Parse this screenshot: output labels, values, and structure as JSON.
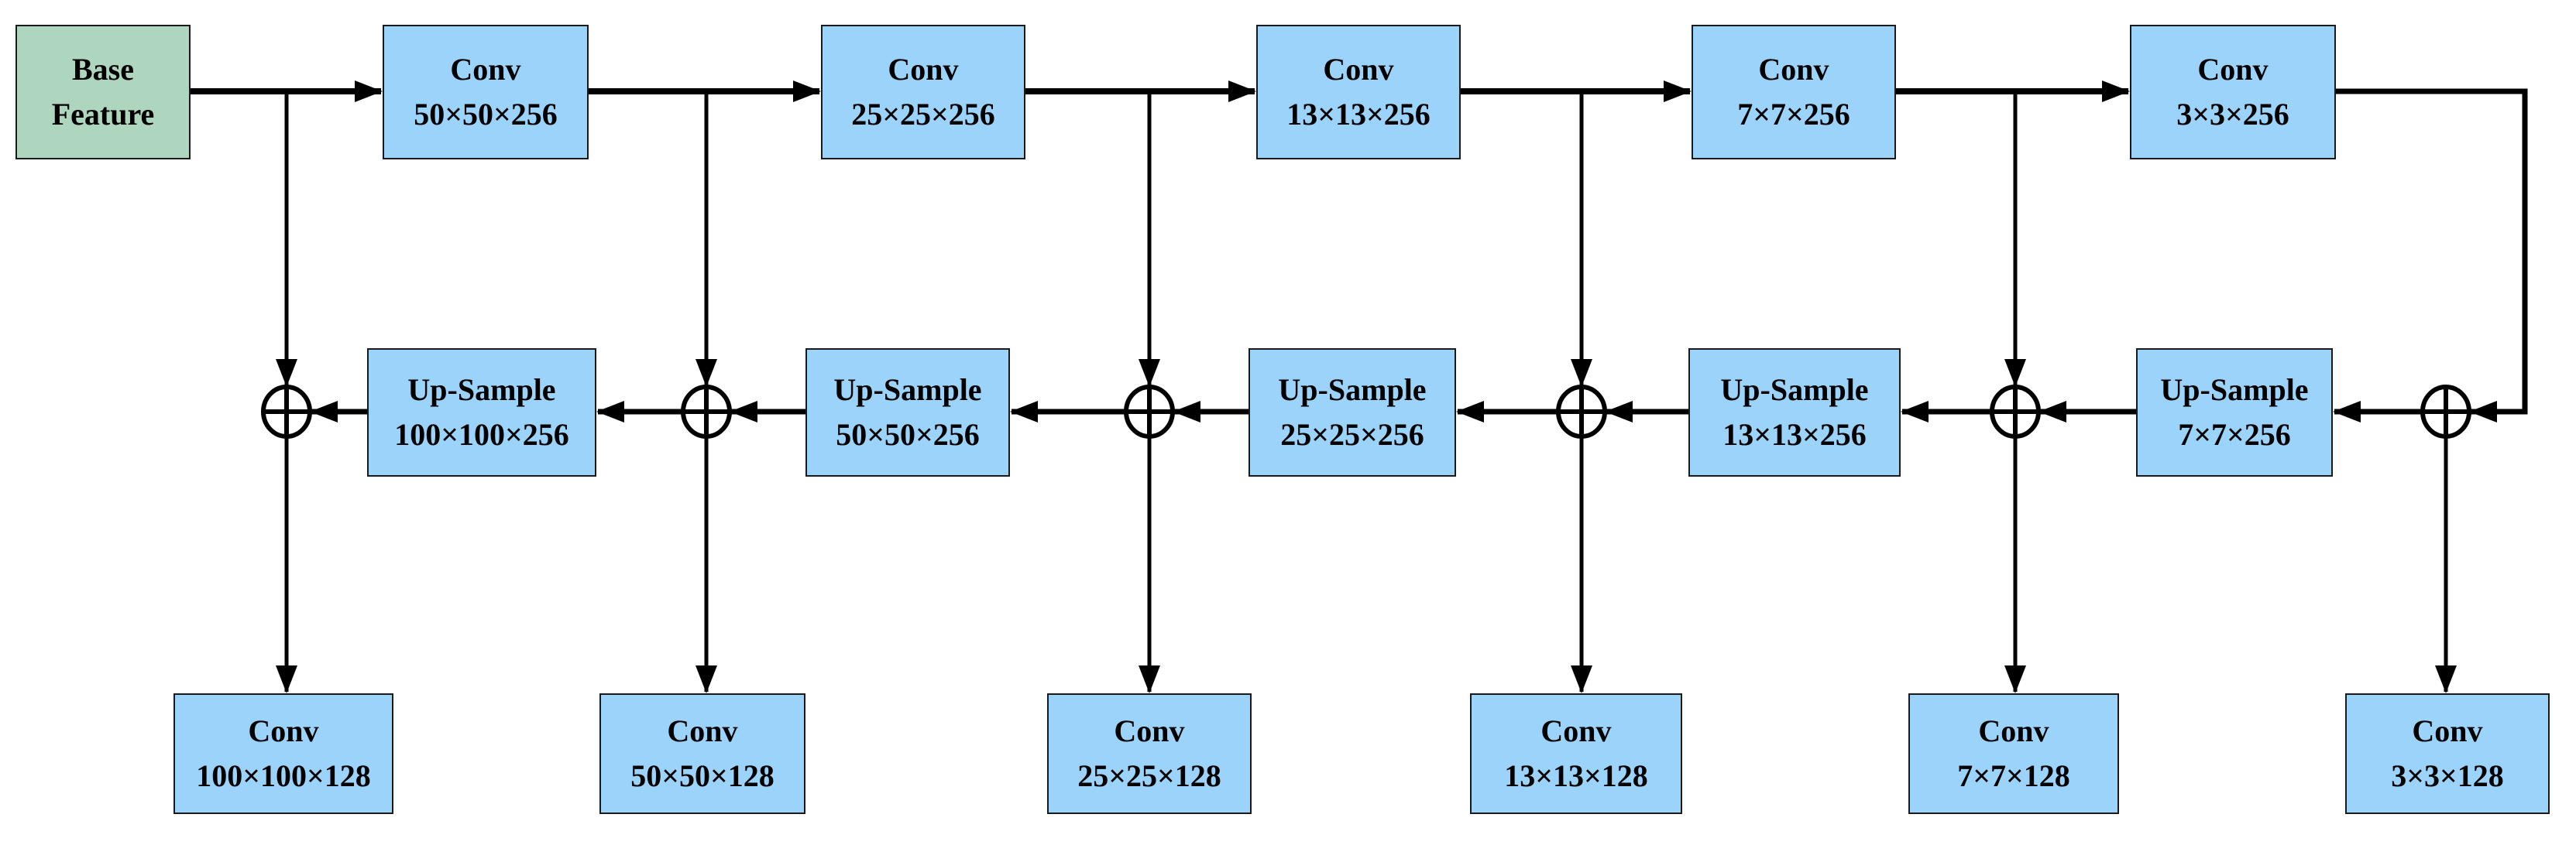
{
  "diagram": {
    "background": "#ffffff",
    "colors": {
      "box_blue": "#9BD3FA",
      "box_green": "#AED5BD",
      "line": "#000000",
      "text": "#000000"
    },
    "icons": {
      "add": {
        "name": "circled-plus-icon",
        "glyph": "⊕"
      }
    },
    "base": {
      "line1": "Base",
      "line2": "Feature"
    },
    "top_row": [
      {
        "label": "Conv",
        "dims": "50×50×256"
      },
      {
        "label": "Conv",
        "dims": "25×25×256"
      },
      {
        "label": "Conv",
        "dims": "13×13×256"
      },
      {
        "label": "Conv",
        "dims": "7×7×256"
      },
      {
        "label": "Conv",
        "dims": "3×3×256"
      }
    ],
    "middle_row": [
      {
        "label": "Up-Sample",
        "dims": "100×100×256"
      },
      {
        "label": "Up-Sample",
        "dims": "50×50×256"
      },
      {
        "label": "Up-Sample",
        "dims": "25×25×256"
      },
      {
        "label": "Up-Sample",
        "dims": "13×13×256"
      },
      {
        "label": "Up-Sample",
        "dims": "7×7×256"
      }
    ],
    "bottom_row": [
      {
        "label": "Conv",
        "dims": "100×100×128"
      },
      {
        "label": "Conv",
        "dims": "50×50×128"
      },
      {
        "label": "Conv",
        "dims": "25×25×128"
      },
      {
        "label": "Conv",
        "dims": "13×13×128"
      },
      {
        "label": "Conv",
        "dims": "7×7×128"
      },
      {
        "label": "Conv",
        "dims": "3×3×128"
      }
    ]
  }
}
